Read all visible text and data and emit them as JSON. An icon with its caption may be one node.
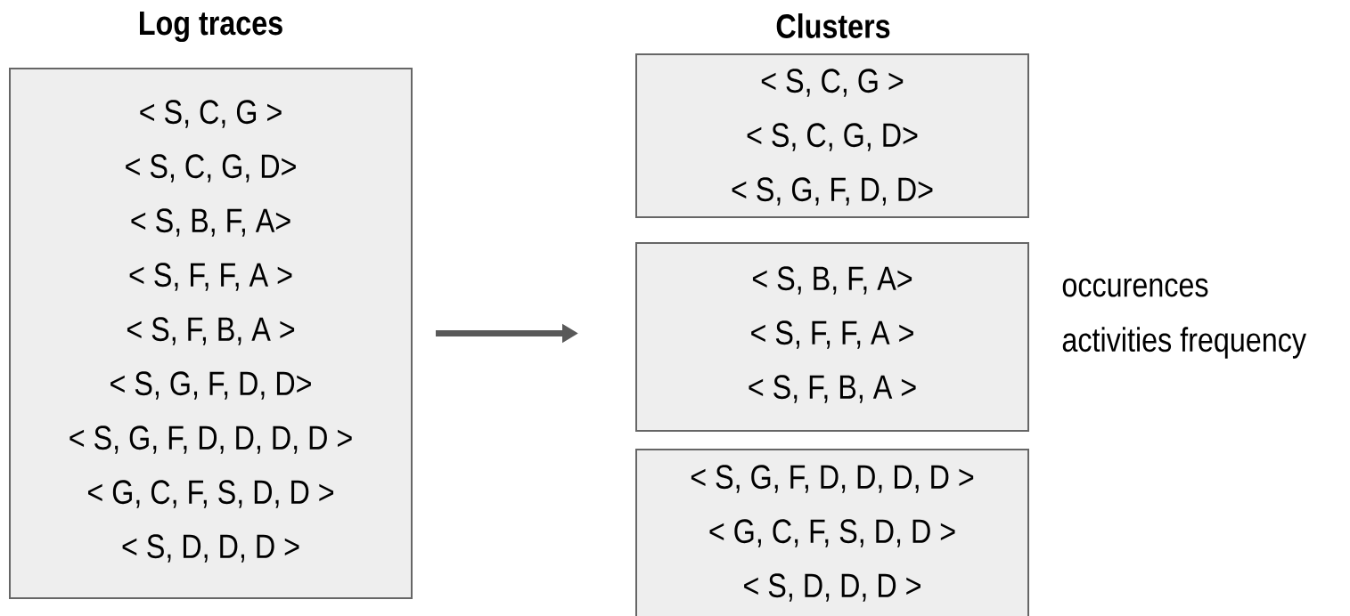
{
  "diagram": {
    "nodes": [
      {
        "text": [
          "< S, C, G >",
          "< S, C, G, D>",
          "< S, B, F, A>",
          "< S, F, F, A >",
          "< S, F, B, A >",
          "< S, G, F, D, D>",
          "< S, G, F, D, D, D, D >",
          "< G, C, F, S, D, D >",
          "< S, D, D, D >"
        ]
      },
      {
        "text": [
          "< S, C, G >",
          "< S, C, G, D>",
          "< S, G, F, D, D>"
        ]
      },
      {
        "text": [
          "< S, B, F, A>",
          "< S, F, F, A >",
          "< S, F, B, A >"
        ],
        "beside": [
          "occurences",
          "activities frequency"
        ]
      },
      {
        "text": [
          "< S, G, F, D, D, D, D >",
          "< G, C, F, S, D, D >",
          "< S, D, D, D >"
        ]
      }
    ],
    "edges": [
      {
        "from": 0,
        "to": 2,
        "arrow": "to"
      }
    ],
    "labels": [
      "Log traces",
      "Clusters"
    ]
  }
}
